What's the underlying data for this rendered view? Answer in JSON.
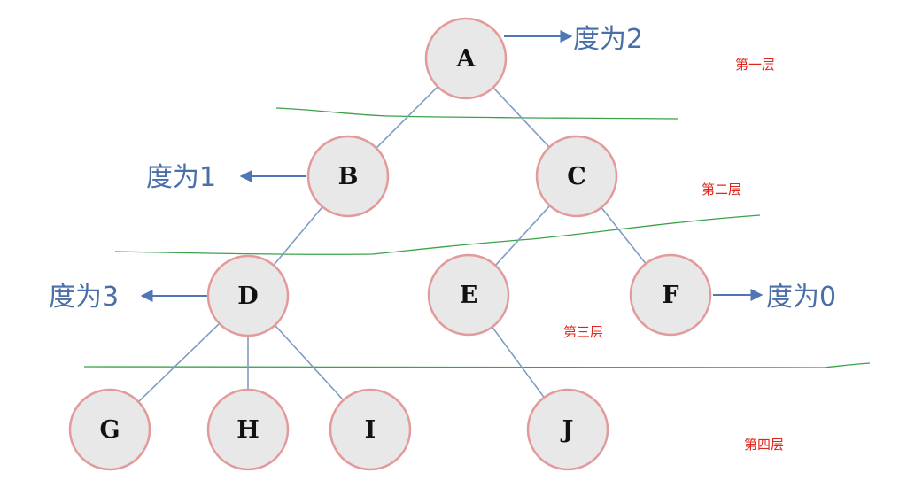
{
  "diagram": {
    "nodes": [
      {
        "id": "A",
        "label": "A"
      },
      {
        "id": "B",
        "label": "B"
      },
      {
        "id": "C",
        "label": "C"
      },
      {
        "id": "D",
        "label": "D"
      },
      {
        "id": "E",
        "label": "E"
      },
      {
        "id": "F",
        "label": "F"
      },
      {
        "id": "G",
        "label": "G"
      },
      {
        "id": "H",
        "label": "H"
      },
      {
        "id": "I",
        "label": "I"
      },
      {
        "id": "J",
        "label": "J"
      }
    ],
    "edges": [
      [
        "A",
        "B"
      ],
      [
        "A",
        "C"
      ],
      [
        "B",
        "D"
      ],
      [
        "C",
        "E"
      ],
      [
        "C",
        "F"
      ],
      [
        "D",
        "G"
      ],
      [
        "D",
        "H"
      ],
      [
        "D",
        "I"
      ],
      [
        "E",
        "J"
      ]
    ],
    "degree_annotations": [
      {
        "node": "A",
        "text": "度为2"
      },
      {
        "node": "B",
        "text": "度为1"
      },
      {
        "node": "D",
        "text": "度为3"
      },
      {
        "node": "F",
        "text": "度为0"
      }
    ],
    "levels": [
      "第一层",
      "第二层",
      "第三层",
      "第四层"
    ],
    "colors": {
      "node_fill": "#e8e8e8",
      "node_stroke": "#e39a9a",
      "edge": "#7f9cc4",
      "annotation": "#4a6fa8",
      "level_label": "#e0261b",
      "separator": "#3aa24a"
    }
  }
}
